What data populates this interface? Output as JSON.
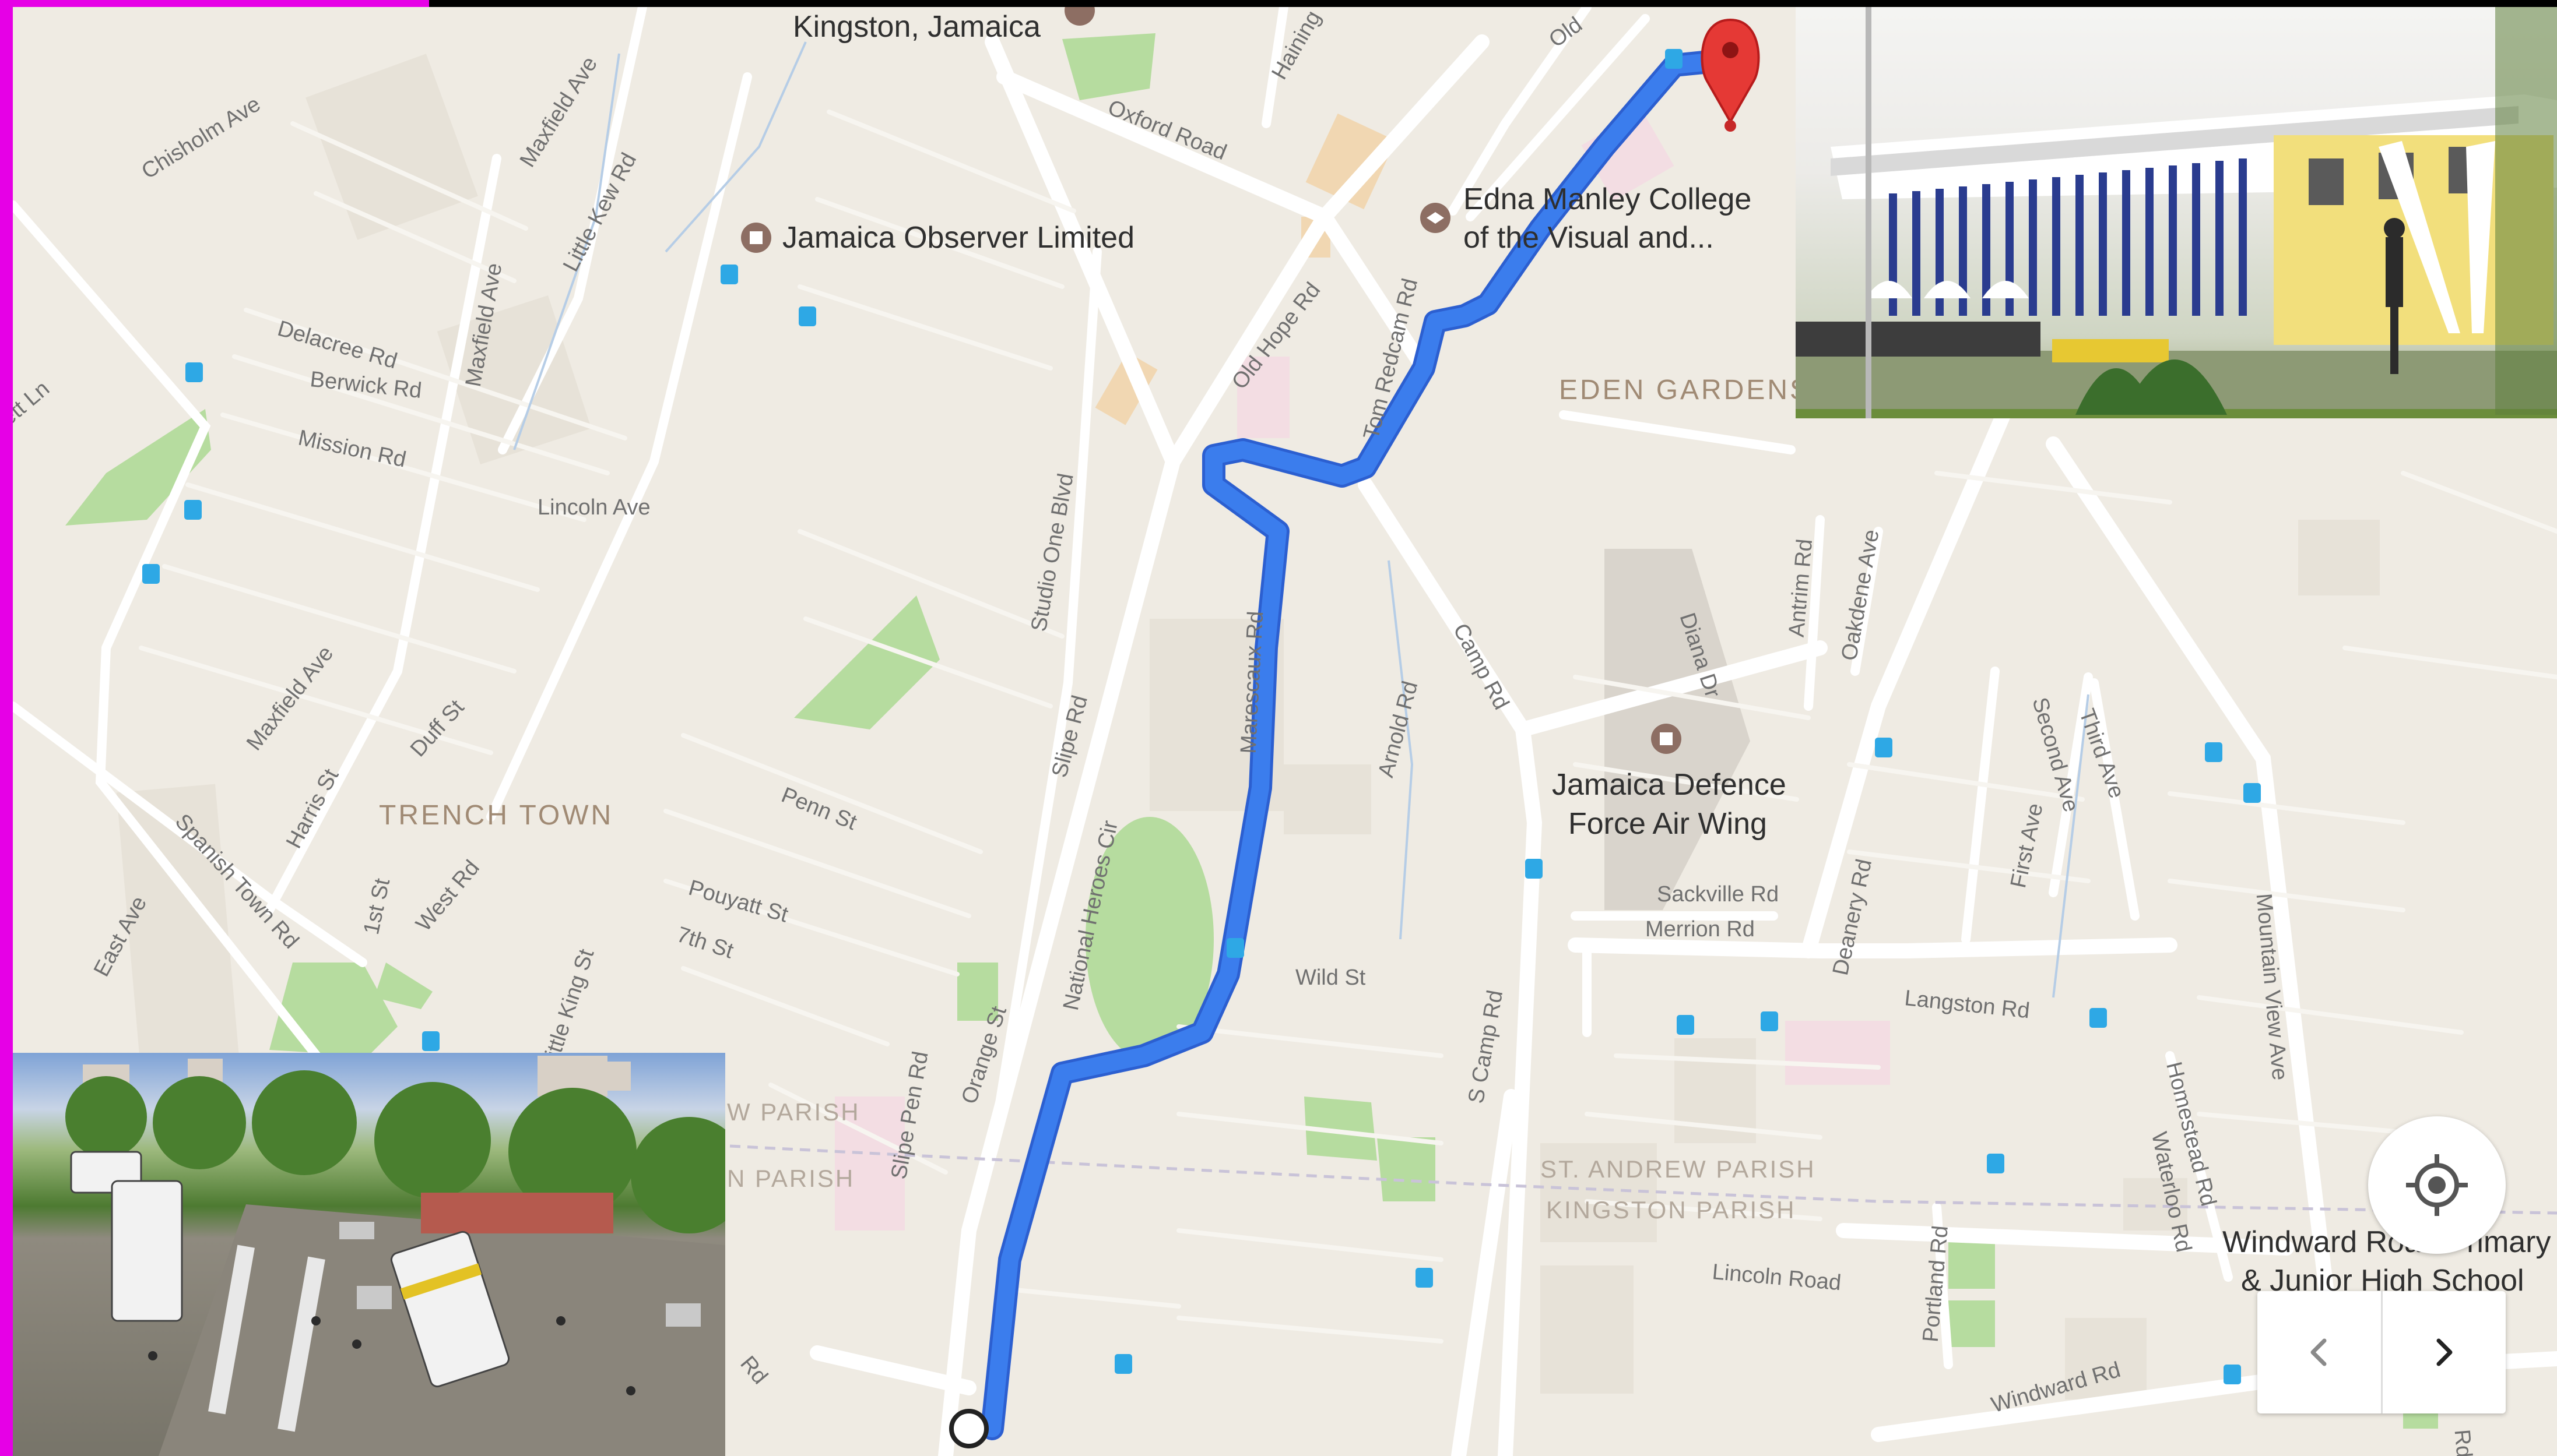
{
  "map": {
    "pois": {
      "kingston": "Kingston, Jamaica",
      "observer": "Jamaica Observer Limited",
      "edna_1": "Edna Manley College",
      "edna_2": "of the Visual and...",
      "jdf_1": "Jamaica Defence",
      "jdf_2": "Force Air Wing",
      "windward_1": "Windward Road Primary",
      "windward_2": "& Junior High School"
    },
    "areas": {
      "eden": "EDEN GARDENS",
      "trench": "TRENCH TOWN",
      "parish_w1": "W PARISH",
      "parish_w2": "N PARISH",
      "st_andrew": "ST. ANDREW PARISH",
      "kingston_parish": "KINGSTON PARISH"
    },
    "streets": {
      "chisholm": "Chisholm Ave",
      "maxfield_top": "Maxfield Ave",
      "little_kew": "Little Kew Rd",
      "maxfield_mid": "Maxfield Ave",
      "delacree": "Delacree Rd",
      "berwick": "Berwick Rd",
      "mission": "Mission Rd",
      "lincoln_ave": "Lincoln Ave",
      "ln": "ett Ln",
      "maxfield_low": "Maxfield Ave",
      "duff": "Duff St",
      "harris": "Harris St",
      "spanish_town": "Spanish Town Rd",
      "east_ave": "East Ave",
      "first_st": "1st St",
      "west_rd": "West Rd",
      "little_king": "Little King St",
      "penn": "Penn St",
      "pouyatt": "Pouyatt St",
      "seventh": "7th St",
      "oxford": "Oxford Road",
      "haining": "Haining",
      "old_top": "Old",
      "old_hope": "Old Hope Rd",
      "tom_redcam": "Tom Redcam Rd",
      "studio_one": "Studio One Blvd",
      "slipe": "Slipe Rd",
      "marescaux": "Marescaux Rd",
      "national_heroes": "National Heroes Cir",
      "orange": "Orange St",
      "slipe_pen": "Slipe Pen Rd",
      "rd_low": "Rd",
      "arnold": "Arnold Rd",
      "camp": "Camp Rd",
      "s_camp": "S Camp Rd",
      "wild": "Wild St",
      "diana": "Diana Dr",
      "antrim": "Antrim Rd",
      "oakdene": "Oakdene Ave",
      "sackville": "Sackville Rd",
      "merrion": "Merrion Rd",
      "deanery": "Deanery Rd",
      "langston": "Langston Rd",
      "second_ave": "Second Ave",
      "third_ave": "Third Ave",
      "first_ave": "First Ave",
      "mountain_view": "Mountain View Ave",
      "homestead": "Homestead Rd",
      "waterloo": "Waterloo Rd",
      "portland": "Portland Rd",
      "lincoln_road": "Lincoln Road",
      "windward": "Windward Rd",
      "right_edge": "Rd"
    }
  },
  "photos": {
    "top_right": "building-photo",
    "bottom_left": "bus-terminal-photo"
  },
  "controls": {
    "locate_icon": "crosshair-icon",
    "prev_icon": "chevron-left-icon",
    "next_icon": "chevron-right-icon"
  },
  "colors": {
    "route": "#3b7ded",
    "pin": "#e53935",
    "land": "#efebe3",
    "park": "#b6dc9f",
    "frame": "#e600e6"
  }
}
